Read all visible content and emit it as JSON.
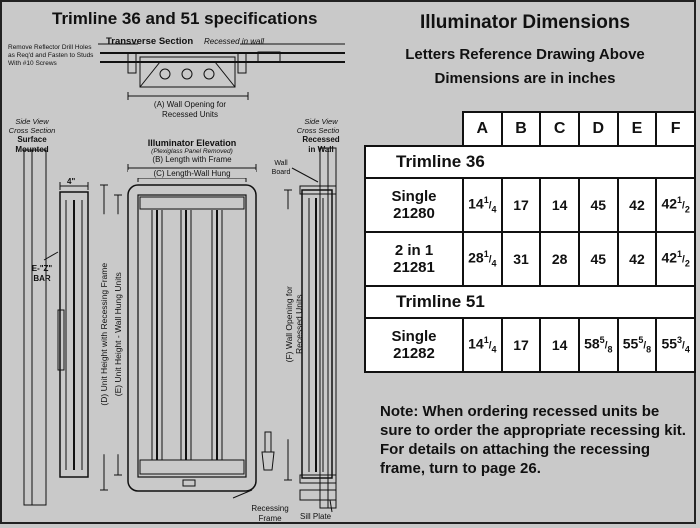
{
  "left": {
    "title": "Trimline 36 and 51 specifications",
    "transverse": {
      "title": "Transverse Section",
      "subtitle": "Recessed in wall",
      "note": "Remove Reflector Drill Holes as Req'd and Fasten to Studs With #10 Screws",
      "label_a": "(A) Wall Opening for",
      "label_a2": "Recessed Units"
    },
    "side_left": {
      "cap1": "Side View",
      "cap2": "Cross Section",
      "mode1": "Surface",
      "mode2": "Mounted",
      "width_label": "4\"",
      "bar1": "E-\"Z\"",
      "bar2": "BAR"
    },
    "elevation": {
      "title": "Illuminator Elevation",
      "subtitle": "(Plexiglass Panel Removed)",
      "label_b": "(B) Length with Frame",
      "label_c": "(C) Length-Wall Hung",
      "label_d": "(D) Unit Height with Recessing Frame",
      "label_e": "(E) Unit Height - Wall Hung Units",
      "label_f1": "(F) Wall Opening for",
      "label_f2": "Recessed Units",
      "frame_label1": "Recessing",
      "frame_label2": "Frame"
    },
    "side_right": {
      "cap1": "Side View",
      "cap2": "Cross Sectio",
      "mode1": "Recessed",
      "mode2": "in Wall",
      "wall1": "Wall",
      "wall2": "Board",
      "sill": "Sill Plate"
    }
  },
  "right": {
    "title": "Illuminator Dimensions",
    "sub1": "Letters Reference Drawing Above",
    "sub2": "Dimensions are in inches",
    "columns": [
      "A",
      "B",
      "C",
      "D",
      "E",
      "F"
    ],
    "groups": [
      {
        "name": "Trimline 36",
        "rows": [
          {
            "name1": "Single",
            "name2": "21280",
            "cells": [
              {
                "w": "14",
                "n": "1",
                "d": "4"
              },
              {
                "w": "17"
              },
              {
                "w": "14"
              },
              {
                "w": "45"
              },
              {
                "w": "42"
              },
              {
                "w": "42",
                "n": "1",
                "d": "2"
              }
            ]
          },
          {
            "name1": "2 in 1",
            "name2": "21281",
            "cells": [
              {
                "w": "28",
                "n": "1",
                "d": "4"
              },
              {
                "w": "31"
              },
              {
                "w": "28"
              },
              {
                "w": "45"
              },
              {
                "w": "42"
              },
              {
                "w": "42",
                "n": "1",
                "d": "2"
              }
            ]
          }
        ]
      },
      {
        "name": "Trimline 51",
        "rows": [
          {
            "name1": "Single",
            "name2": "21282",
            "cells": [
              {
                "w": "14",
                "n": "1",
                "d": "4"
              },
              {
                "w": "17"
              },
              {
                "w": "14"
              },
              {
                "w": "58",
                "n": "5",
                "d": "8"
              },
              {
                "w": "55",
                "n": "5",
                "d": "8"
              },
              {
                "w": "55",
                "n": "3",
                "d": "4"
              }
            ]
          }
        ]
      }
    ],
    "note": "Note: When ordering recessed units be sure to order the appropriate recessing kit.  For details on attaching the recessing frame, turn to page 26."
  }
}
